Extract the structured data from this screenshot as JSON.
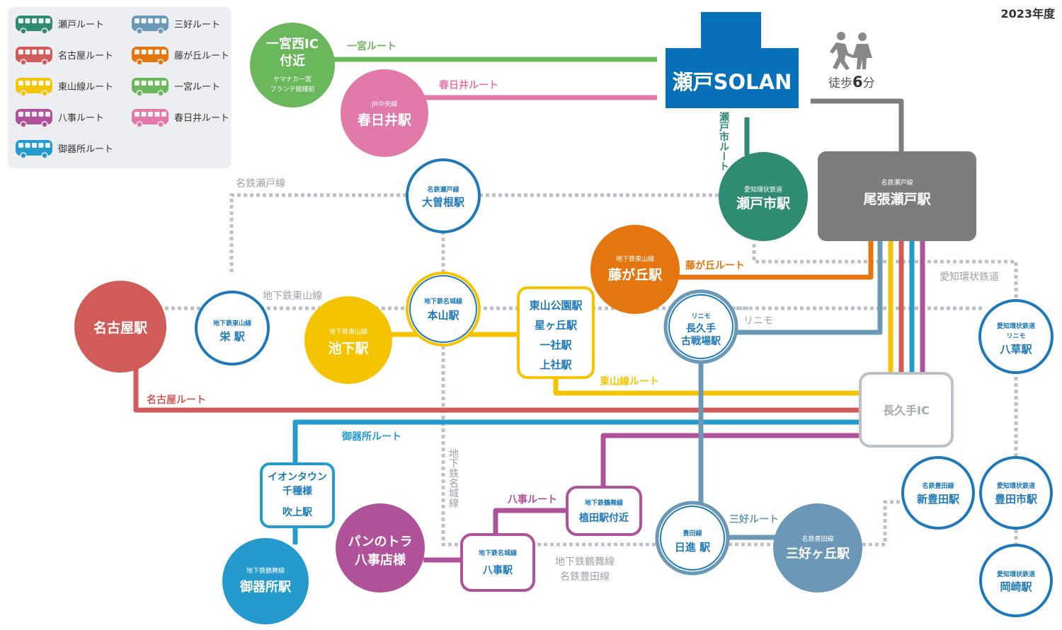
{
  "year": "2023年度",
  "colors": {
    "seto": "#2f8c73",
    "nagoya": "#d15b59",
    "higashiyama": "#f5c400",
    "yagoto": "#b0529a",
    "gokiso": "#249bcc",
    "miyoshi": "#6b98b7",
    "fujigaoka": "#e3760f",
    "ichinomiya": "#6ab85b",
    "kasugai": "#e27aa9",
    "solan": "#0670b8",
    "owari": "#7d7d7d",
    "rail": "#bcc1c7"
  },
  "legend": [
    {
      "label": "瀬戸ルート",
      "color": "#2f8c73"
    },
    {
      "label": "名古屋ルート",
      "color": "#d15b59"
    },
    {
      "label": "東山線ルート",
      "color": "#f5c400"
    },
    {
      "label": "八事ルート",
      "color": "#b0529a"
    },
    {
      "label": "御器所ルート",
      "color": "#249bcc"
    },
    {
      "label": "三好ルート",
      "color": "#6b98b7"
    },
    {
      "label": "藤が丘ルート",
      "color": "#e3760f"
    },
    {
      "label": "一宮ルート",
      "color": "#6ab85b"
    },
    {
      "label": "春日井ルート",
      "color": "#e27aa9"
    }
  ],
  "hub": {
    "name": "瀬戸SOLAN"
  },
  "walk": {
    "prefix": "徒歩",
    "minutes": "6",
    "suffix": "分"
  },
  "ic": {
    "name": "長久手IC"
  },
  "routes": {
    "ichinomiya": "一宮ルート",
    "kasugai": "春日井ルート",
    "seto": "瀬戸市ルート",
    "fujigaoka": "藤が丘ルート",
    "higashiyama": "東山線ルート",
    "nagoya": "名古屋ルート",
    "gokiso": "御器所ルート",
    "yagoto": "八事ルート",
    "miyoshi": "三好ルート"
  },
  "rail_labels": {
    "meitetsu_seto": "名鉄瀬戸線",
    "higashiyama": "地下鉄東山線",
    "linimo": "リニモ",
    "aikan": "愛知環状鉄道",
    "meijo": "地下鉄名城線",
    "tsurumai": "地下鉄鶴舞線",
    "toyota": "名鉄豊田線"
  },
  "stations": {
    "ichinomiya_ic": {
      "l1": "一宮西IC",
      "l2": "付近",
      "s1": "ヤマナカ一宮",
      "s2": "フランテ館様前"
    },
    "kasugai": {
      "sub": "JR中央線",
      "name": "春日井駅"
    },
    "seto_shi": {
      "sub": "愛知環状鉄道",
      "name": "瀬戸市駅"
    },
    "owari_seto": {
      "sub": "名鉄瀬戸線",
      "name": "尾張瀬戸駅"
    },
    "ozone": {
      "sub": "名鉄瀬戸線",
      "name": "大曽根駅"
    },
    "fujigaoka": {
      "sub": "地下鉄東山線",
      "name": "藤が丘駅"
    },
    "nagoya": {
      "name": "名古屋駅"
    },
    "sakae": {
      "sub": "地下鉄東山線",
      "name": "栄 駅"
    },
    "ikeshita": {
      "sub": "地下鉄東山線",
      "name": "池下駅"
    },
    "motoyama": {
      "sub": "地下鉄名城線",
      "name": "本山駅"
    },
    "higashiyama_box": {
      "a": "東山公園駅",
      "b": "星ヶ丘駅",
      "c": "一社駅",
      "d": "上社駅"
    },
    "nagakute": {
      "sub": "リニモ",
      "l1": "長久手",
      "l2": "古戦場駅"
    },
    "yakusa": {
      "s1": "愛知環状鉄道",
      "s2": "リニモ",
      "name": "八草駅"
    },
    "aeon": {
      "a": "イオンタウン",
      "b": "千種様",
      "c": "吹上駅"
    },
    "gokiso": {
      "sub": "地下鉄鶴舞線",
      "name": "御器所駅"
    },
    "pan": {
      "a": "パンのトラ",
      "b": "八事店様"
    },
    "yagoto": {
      "sub": "地下鉄名城線",
      "name": "八事駅"
    },
    "ueda": {
      "sub": "地下鉄鶴舞線",
      "name": "植田駅付近"
    },
    "nisshin": {
      "sub": "豊田線",
      "name": "日進 駅"
    },
    "miyoshigaoka": {
      "sub": "名鉄豊田線",
      "name": "三好ヶ丘駅"
    },
    "shintoyota": {
      "sub": "名鉄豊田線",
      "name": "新豊田駅"
    },
    "toyotashi": {
      "sub": "愛知環状鉄道",
      "name": "豊田市駅"
    },
    "okazaki": {
      "sub": "愛知環状鉄道",
      "name": "岡崎駅"
    }
  }
}
